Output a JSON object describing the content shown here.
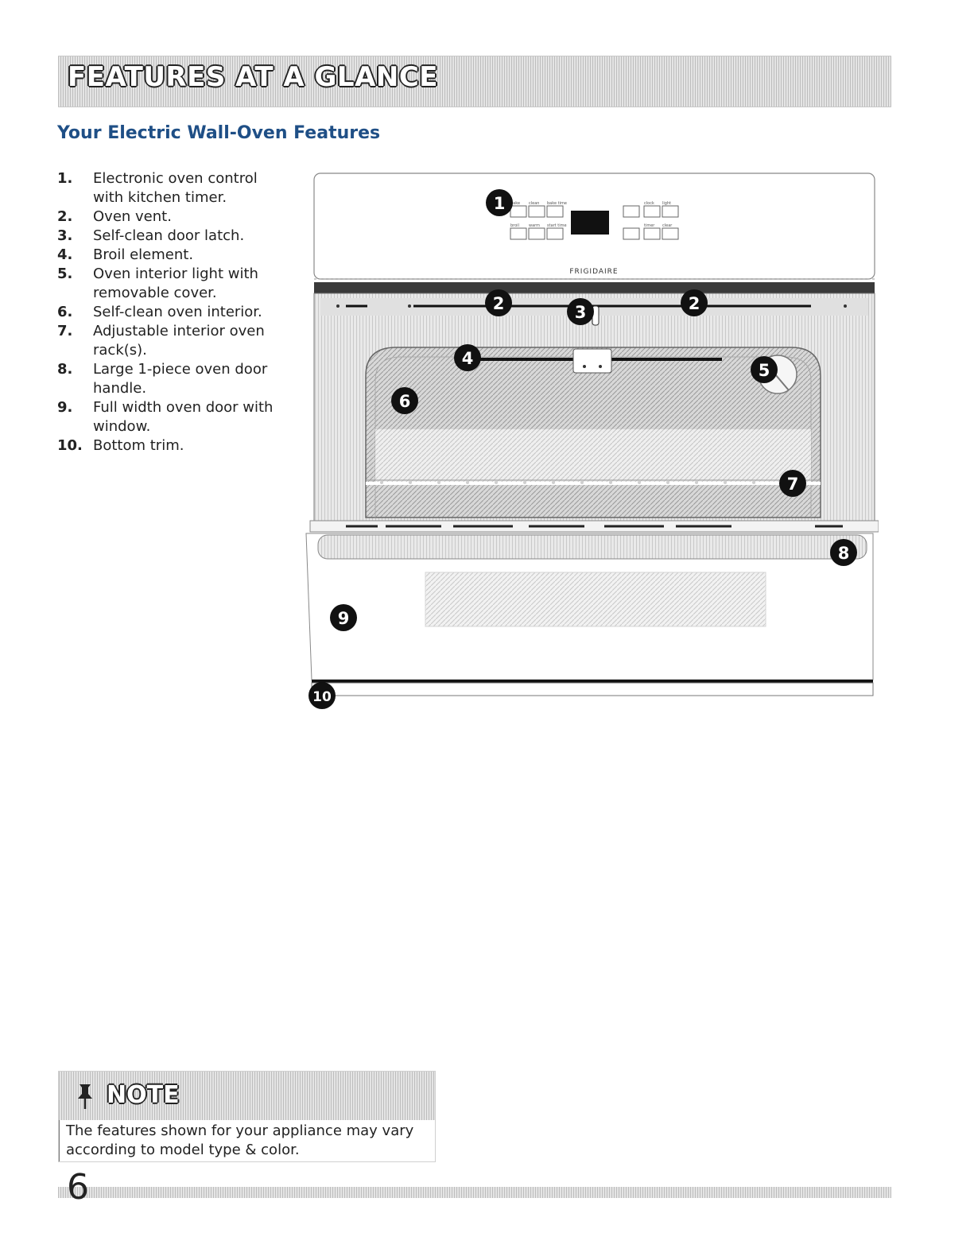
{
  "header": {
    "title": "FEATURES AT A GLANCE"
  },
  "section": {
    "title": "Your Electric Wall-Oven Features"
  },
  "features": [
    {
      "num": "1.",
      "text": "Electronic oven control with kitchen timer."
    },
    {
      "num": "2.",
      "text": "Oven vent."
    },
    {
      "num": "3.",
      "text": "Self-clean door latch."
    },
    {
      "num": "4.",
      "text": "Broil element."
    },
    {
      "num": "5.",
      "text": "Oven interior light with removable cover."
    },
    {
      "num": "6.",
      "text": "Self-clean oven interior."
    },
    {
      "num": "7.",
      "text": "Adjustable interior oven rack(s)."
    },
    {
      "num": "8.",
      "text": "Large 1-piece oven door handle."
    },
    {
      "num": "9.",
      "text": "Full width oven door with window."
    },
    {
      "num": "10.",
      "text": "Bottom trim."
    }
  ],
  "diagram": {
    "brand": "FRIGIDAIRE",
    "callouts": [
      "1",
      "2",
      "2",
      "3",
      "4",
      "5",
      "6",
      "7",
      "8",
      "9",
      "10"
    ],
    "panel_keys": [
      "bake",
      "clean",
      "bake time",
      "broil",
      "warm",
      "start time",
      "clock",
      "light",
      "timer",
      "clear"
    ]
  },
  "note": {
    "title": "NOTE",
    "icon": "pushpin-icon",
    "text": "The features shown for your appliance may vary according to model type & color."
  },
  "footer": {
    "page_number": "6"
  }
}
